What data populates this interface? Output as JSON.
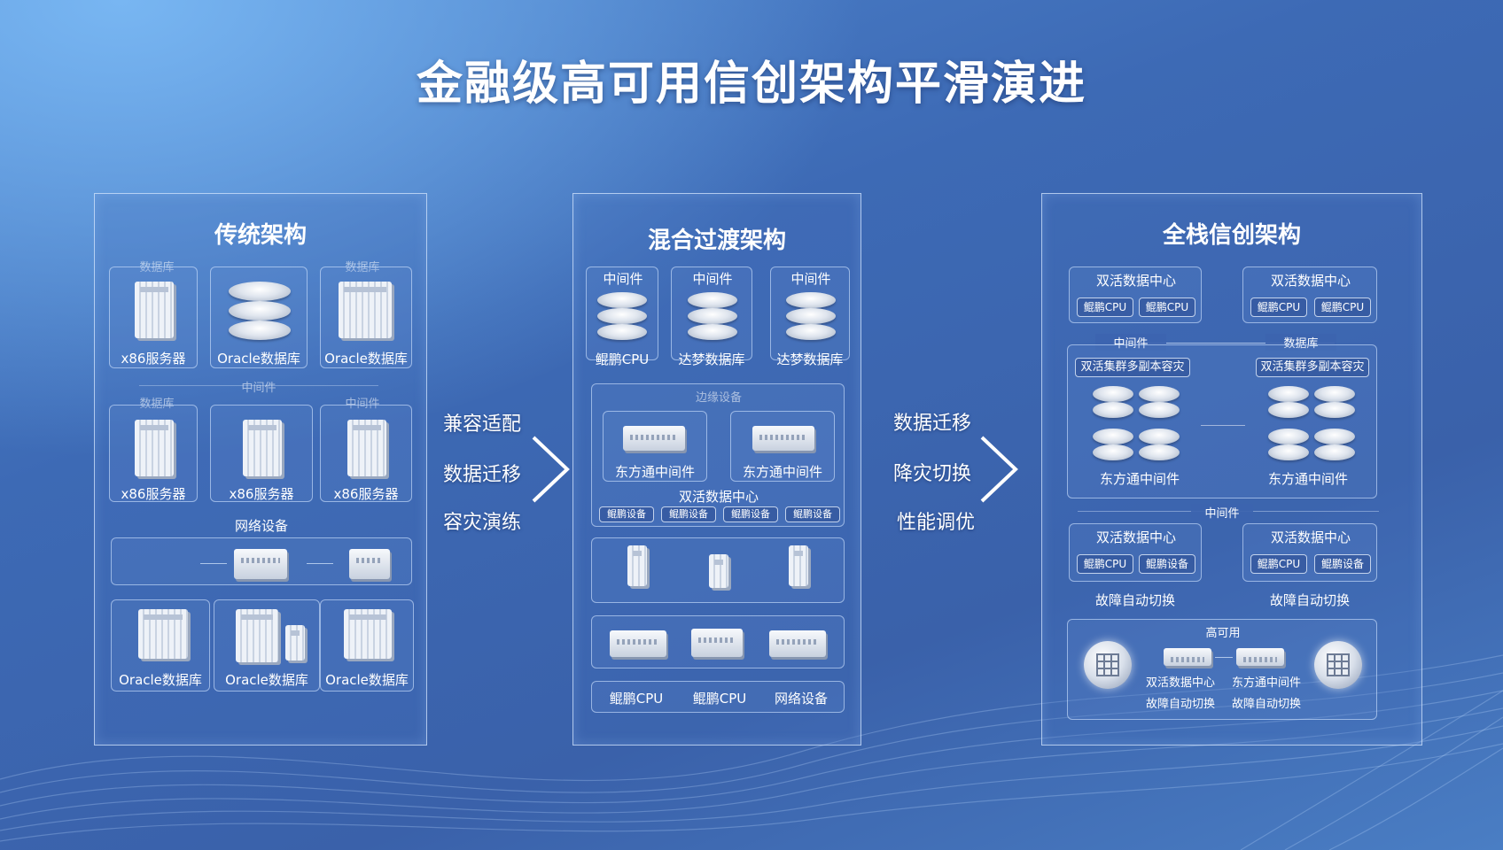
{
  "title": "金融级高可用信创架构平滑演进",
  "panel1": {
    "title": "传统架构",
    "top_headers": [
      "数据库",
      "数据库"
    ],
    "row1": [
      "x86服务器",
      "Oracle数据库",
      "Oracle数据库"
    ],
    "mid_label": "中间件",
    "row2_headers": [
      "数据库",
      "中间件"
    ],
    "row2": [
      "x86服务器",
      "x86服务器",
      "x86服务器"
    ],
    "network_label": "网络设备",
    "row3": [
      "Oracle数据库",
      "Oracle数据库",
      "Oracle数据库"
    ]
  },
  "transition1": [
    "兼容适配",
    "数据迁移",
    "容灾演练"
  ],
  "panel2": {
    "title": "混合过渡架构",
    "middleware": [
      "中间件",
      "中间件",
      "中间件"
    ],
    "db_row": [
      "鲲鹏CPU",
      "达梦数据库",
      "达梦数据库"
    ],
    "section_header": "边缘设备",
    "mw_row": [
      "东方通中间件",
      "东方通中间件"
    ],
    "dc_label": "双活数据中心",
    "chips": [
      "鲲鹏设备",
      "鲲鹏设备",
      "鲲鹏设备",
      "鲲鹏设备"
    ],
    "bottom": [
      "鲲鹏CPU",
      "鲲鹏CPU",
      "网络设备"
    ]
  },
  "transition2": [
    "数据迁移",
    "降灾切换",
    "性能调优"
  ],
  "panel3": {
    "title": "全栈信创架构",
    "dc_top": [
      {
        "label": "双活数据中心",
        "chips": [
          "鲲鹏CPU",
          "鲲鹏CPU"
        ]
      },
      {
        "label": "双活数据中心",
        "chips": [
          "鲲鹏CPU",
          "鲲鹏CPU"
        ]
      }
    ],
    "link_labels": [
      "中间件",
      "数据库"
    ],
    "cluster_tags": [
      "双活集群多副本容灾",
      "双活集群多副本容灾"
    ],
    "cluster_mw": [
      "东方通中间件",
      "东方通中间件"
    ],
    "mid_label": "中间件",
    "dc_bottom": [
      {
        "label": "双活数据中心",
        "chips": [
          "鲲鹏CPU",
          "鲲鹏设备"
        ]
      },
      {
        "label": "双活数据中心",
        "chips": [
          "鲲鹏CPU",
          "鲲鹏设备"
        ]
      }
    ],
    "failover": [
      "故障自动切换",
      "故障自动切换"
    ],
    "ha_label": "高可用",
    "ha_items": [
      "双活数据中心",
      "东方通中间件",
      "故障自动切换",
      "故障自动切换"
    ]
  },
  "colors": {
    "accent": "#3d6ab5",
    "panel_border": "#d7e8ff"
  }
}
